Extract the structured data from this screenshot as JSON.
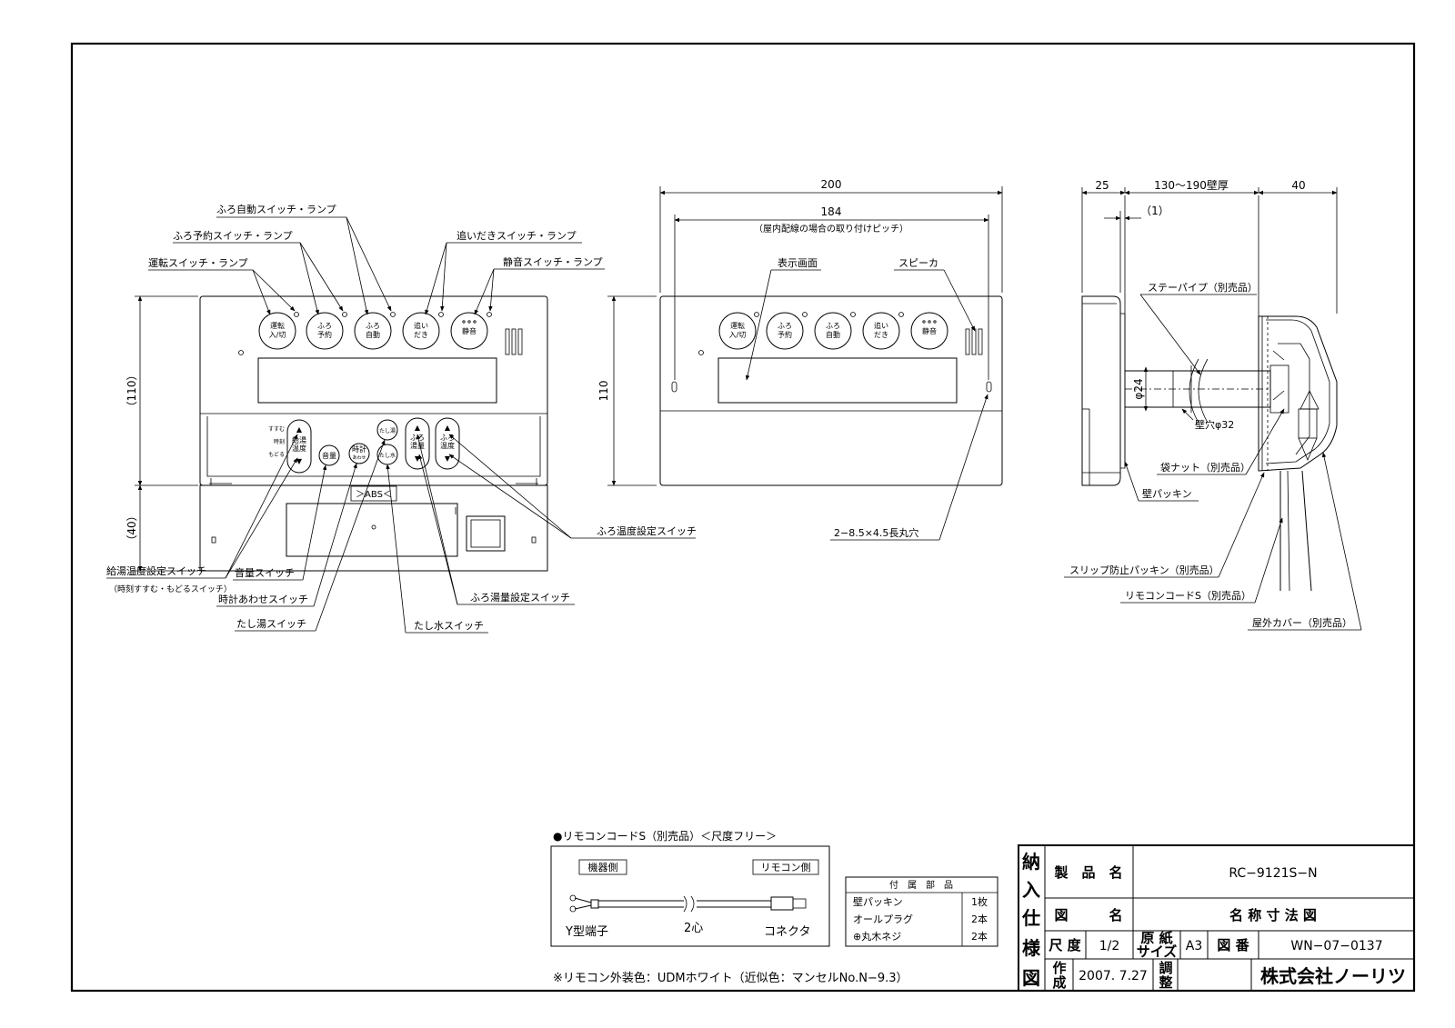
{
  "labels": {
    "unten_lamp": "運転スイッチ・ランプ",
    "yoyaku_lamp": "ふろ予約スイッチ・ランプ",
    "jidou_lamp": "ふろ自動スイッチ・ランプ",
    "oidaki_lamp": "追いだきスイッチ・ランプ",
    "seion_lamp": "静音スイッチ・ランプ",
    "hyouji": "表示画面",
    "speaker": "スピーカ",
    "furo_ondo": "ふろ温度設定スイッチ",
    "kyuto_ondo": "給湯温度設定スイッチ",
    "kyuto_ondo_sub": "（時刻すすむ・もどるスイッチ）",
    "onryo": "音量スイッチ",
    "tokei": "時計あわせスイッチ",
    "tashiyu": "たし湯スイッチ",
    "tashimizu": "たし水スイッチ",
    "furo_yuryo": "ふろ湯量設定スイッチ",
    "hole": "2−8.5×4.5長丸穴",
    "pipe": "ステーパイプ（別売品）",
    "kabeana": "壁穴φ32",
    "nut": "袋ナット（別売品）",
    "packing": "壁パッキン",
    "slip": "スリップ防止パッキン（別売品）",
    "cord": "リモコンコードS（別売品）",
    "cover": "屋外カバー（別売品）",
    "abs": "＞ABS＜"
  },
  "buttons": {
    "unten": [
      "運転",
      "入/切"
    ],
    "yoyaku": [
      "ふろ",
      "予約"
    ],
    "jidou": [
      "ふろ",
      "自動"
    ],
    "oidaki": [
      "追い",
      "だき"
    ],
    "seion": "静音",
    "kyuto": [
      "給湯",
      "温度"
    ],
    "side_top": "すすむ",
    "side_mid": "時刻",
    "side_bot": "もどる",
    "onryo": "音量",
    "tokei": [
      "時計",
      "あわせ"
    ],
    "tashiyu": "たし湯",
    "tashimizu": "たし水",
    "yuryo": [
      "ふろ",
      "湯量"
    ],
    "furo_ondo": [
      "ふろ",
      "温度"
    ],
    "arrow_up": "▲",
    "arrow_down": "▼"
  },
  "dims": {
    "left_h_top": "（110）",
    "left_h_bottom": "（40）",
    "mid_w": "200",
    "mid_pitch": "184",
    "mid_pitch_note": "（屋内配線の場合の取り付けピッチ）",
    "mid_h": "110",
    "side_25": "25",
    "side_wall": "130〜190壁厚",
    "side_40": "40",
    "side_1": "（1）",
    "side_phi24": "φ24"
  },
  "cord_box": {
    "title": "●リモコンコードS（別売品）＜尺度フリー＞",
    "left_tag": "機器側",
    "right_tag": "リモコン側",
    "left_label": "Y型端子",
    "mid_label": "2心",
    "right_label": "コネクタ"
  },
  "parts": {
    "header": "付　属　部　品",
    "rows": [
      {
        "name": "壁パッキン",
        "qty": "1枚"
      },
      {
        "name": "オールプラグ",
        "qty": "2本"
      },
      {
        "name": "⊕丸木ネジ",
        "qty": "2本"
      }
    ]
  },
  "note": "※リモコン外装色：UDMホワイト（近似色：マンセルNo.N−9.3）",
  "title_block": {
    "side": [
      "納",
      "入",
      "仕",
      "様",
      "図"
    ],
    "product_label": "製　品　名",
    "product_value": "RC−9121S−N",
    "drawing_label": "図　　　名",
    "drawing_value": "名 称 寸 法 図",
    "scale_label": "尺 度",
    "scale_value": "1/2",
    "paper_label": [
      "原 紙",
      "サイズ"
    ],
    "paper_value": "A3",
    "number_label": "図 番",
    "number_value": "WN−07−0137",
    "made_label": [
      "作",
      "成"
    ],
    "made_value": "2007. 7.27",
    "adjust_label": [
      "調",
      "整"
    ],
    "company": "株式会社ノーリツ"
  }
}
